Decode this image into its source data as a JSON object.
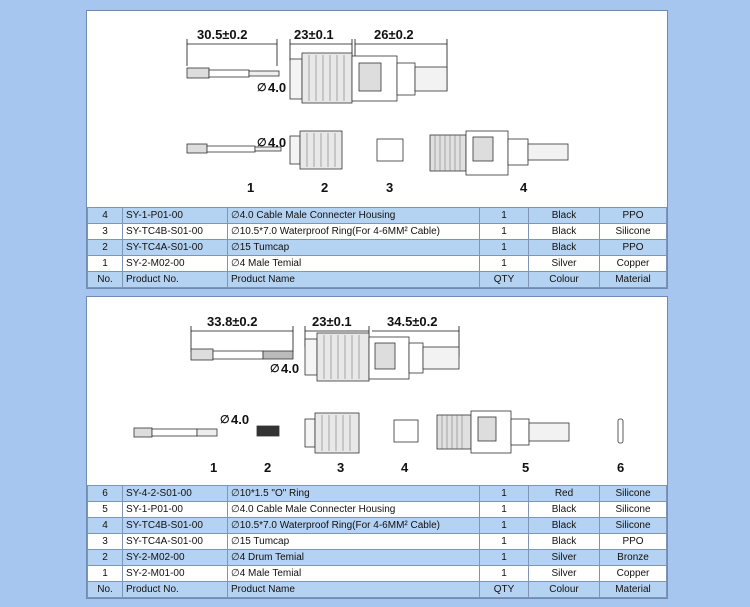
{
  "panel1": {
    "dimensions": [
      "30.5±0.2",
      "23±0.1",
      "26±0.2"
    ],
    "diameter_top": "4.0",
    "diameter_mid": "4.0",
    "part_numbers": [
      "1",
      "2",
      "3",
      "4"
    ],
    "rows": [
      {
        "no": "4",
        "product_no": "SY-1-P01-00",
        "name": "∅4.0 Cable Male Connecter Housing",
        "qty": "1",
        "colour": "Black",
        "material": "PPO"
      },
      {
        "no": "3",
        "product_no": "SY-TC4B-S01-00",
        "name": "∅10.5*7.0 Waterproof Ring(For 4-6MM² Cable)",
        "qty": "1",
        "colour": "Black",
        "material": "Silicone"
      },
      {
        "no": "2",
        "product_no": "SY-TC4A-S01-00",
        "name": "∅15 Tumcap",
        "qty": "1",
        "colour": "Black",
        "material": "PPO"
      },
      {
        "no": "1",
        "product_no": "SY-2-M02-00",
        "name": "∅4 Male Temial",
        "qty": "1",
        "colour": "Silver",
        "material": "Copper"
      }
    ]
  },
  "panel2": {
    "dimensions": [
      "33.8±0.2",
      "23±0.1",
      "34.5±0.2"
    ],
    "diameter_top": "4.0",
    "diameter_mid": "4.0",
    "part_numbers": [
      "1",
      "2",
      "3",
      "4",
      "5",
      "6"
    ],
    "rows": [
      {
        "no": "6",
        "product_no": "SY-4-2-S01-00",
        "name": "∅10*1.5 \"O\" Ring",
        "qty": "1",
        "colour": "Red",
        "material": "Silicone"
      },
      {
        "no": "5",
        "product_no": "SY-1-P01-00",
        "name": "∅4.0 Cable Male Connecter Housing",
        "qty": "1",
        "colour": "Black",
        "material": "Silicone"
      },
      {
        "no": "4",
        "product_no": "SY-TC4B-S01-00",
        "name": "∅10.5*7.0 Waterproof Ring(For 4-6MM² Cable)",
        "qty": "1",
        "colour": "Black",
        "material": "Silicone"
      },
      {
        "no": "3",
        "product_no": "SY-TC4A-S01-00",
        "name": "∅15 Tumcap",
        "qty": "1",
        "colour": "Black",
        "material": "PPO"
      },
      {
        "no": "2",
        "product_no": "SY-2-M02-00",
        "name": "∅4 Drum Temial",
        "qty": "1",
        "colour": "Silver",
        "material": "Bronze"
      },
      {
        "no": "1",
        "product_no": "SY-2-M01-00",
        "name": "∅4 Male Temial",
        "qty": "1",
        "colour": "Silver",
        "material": "Copper"
      }
    ]
  },
  "header": {
    "no": "No.",
    "product_no": "Product No.",
    "name": "Product Name",
    "qty": "QTY",
    "colour": "Colour",
    "material": "Material"
  }
}
